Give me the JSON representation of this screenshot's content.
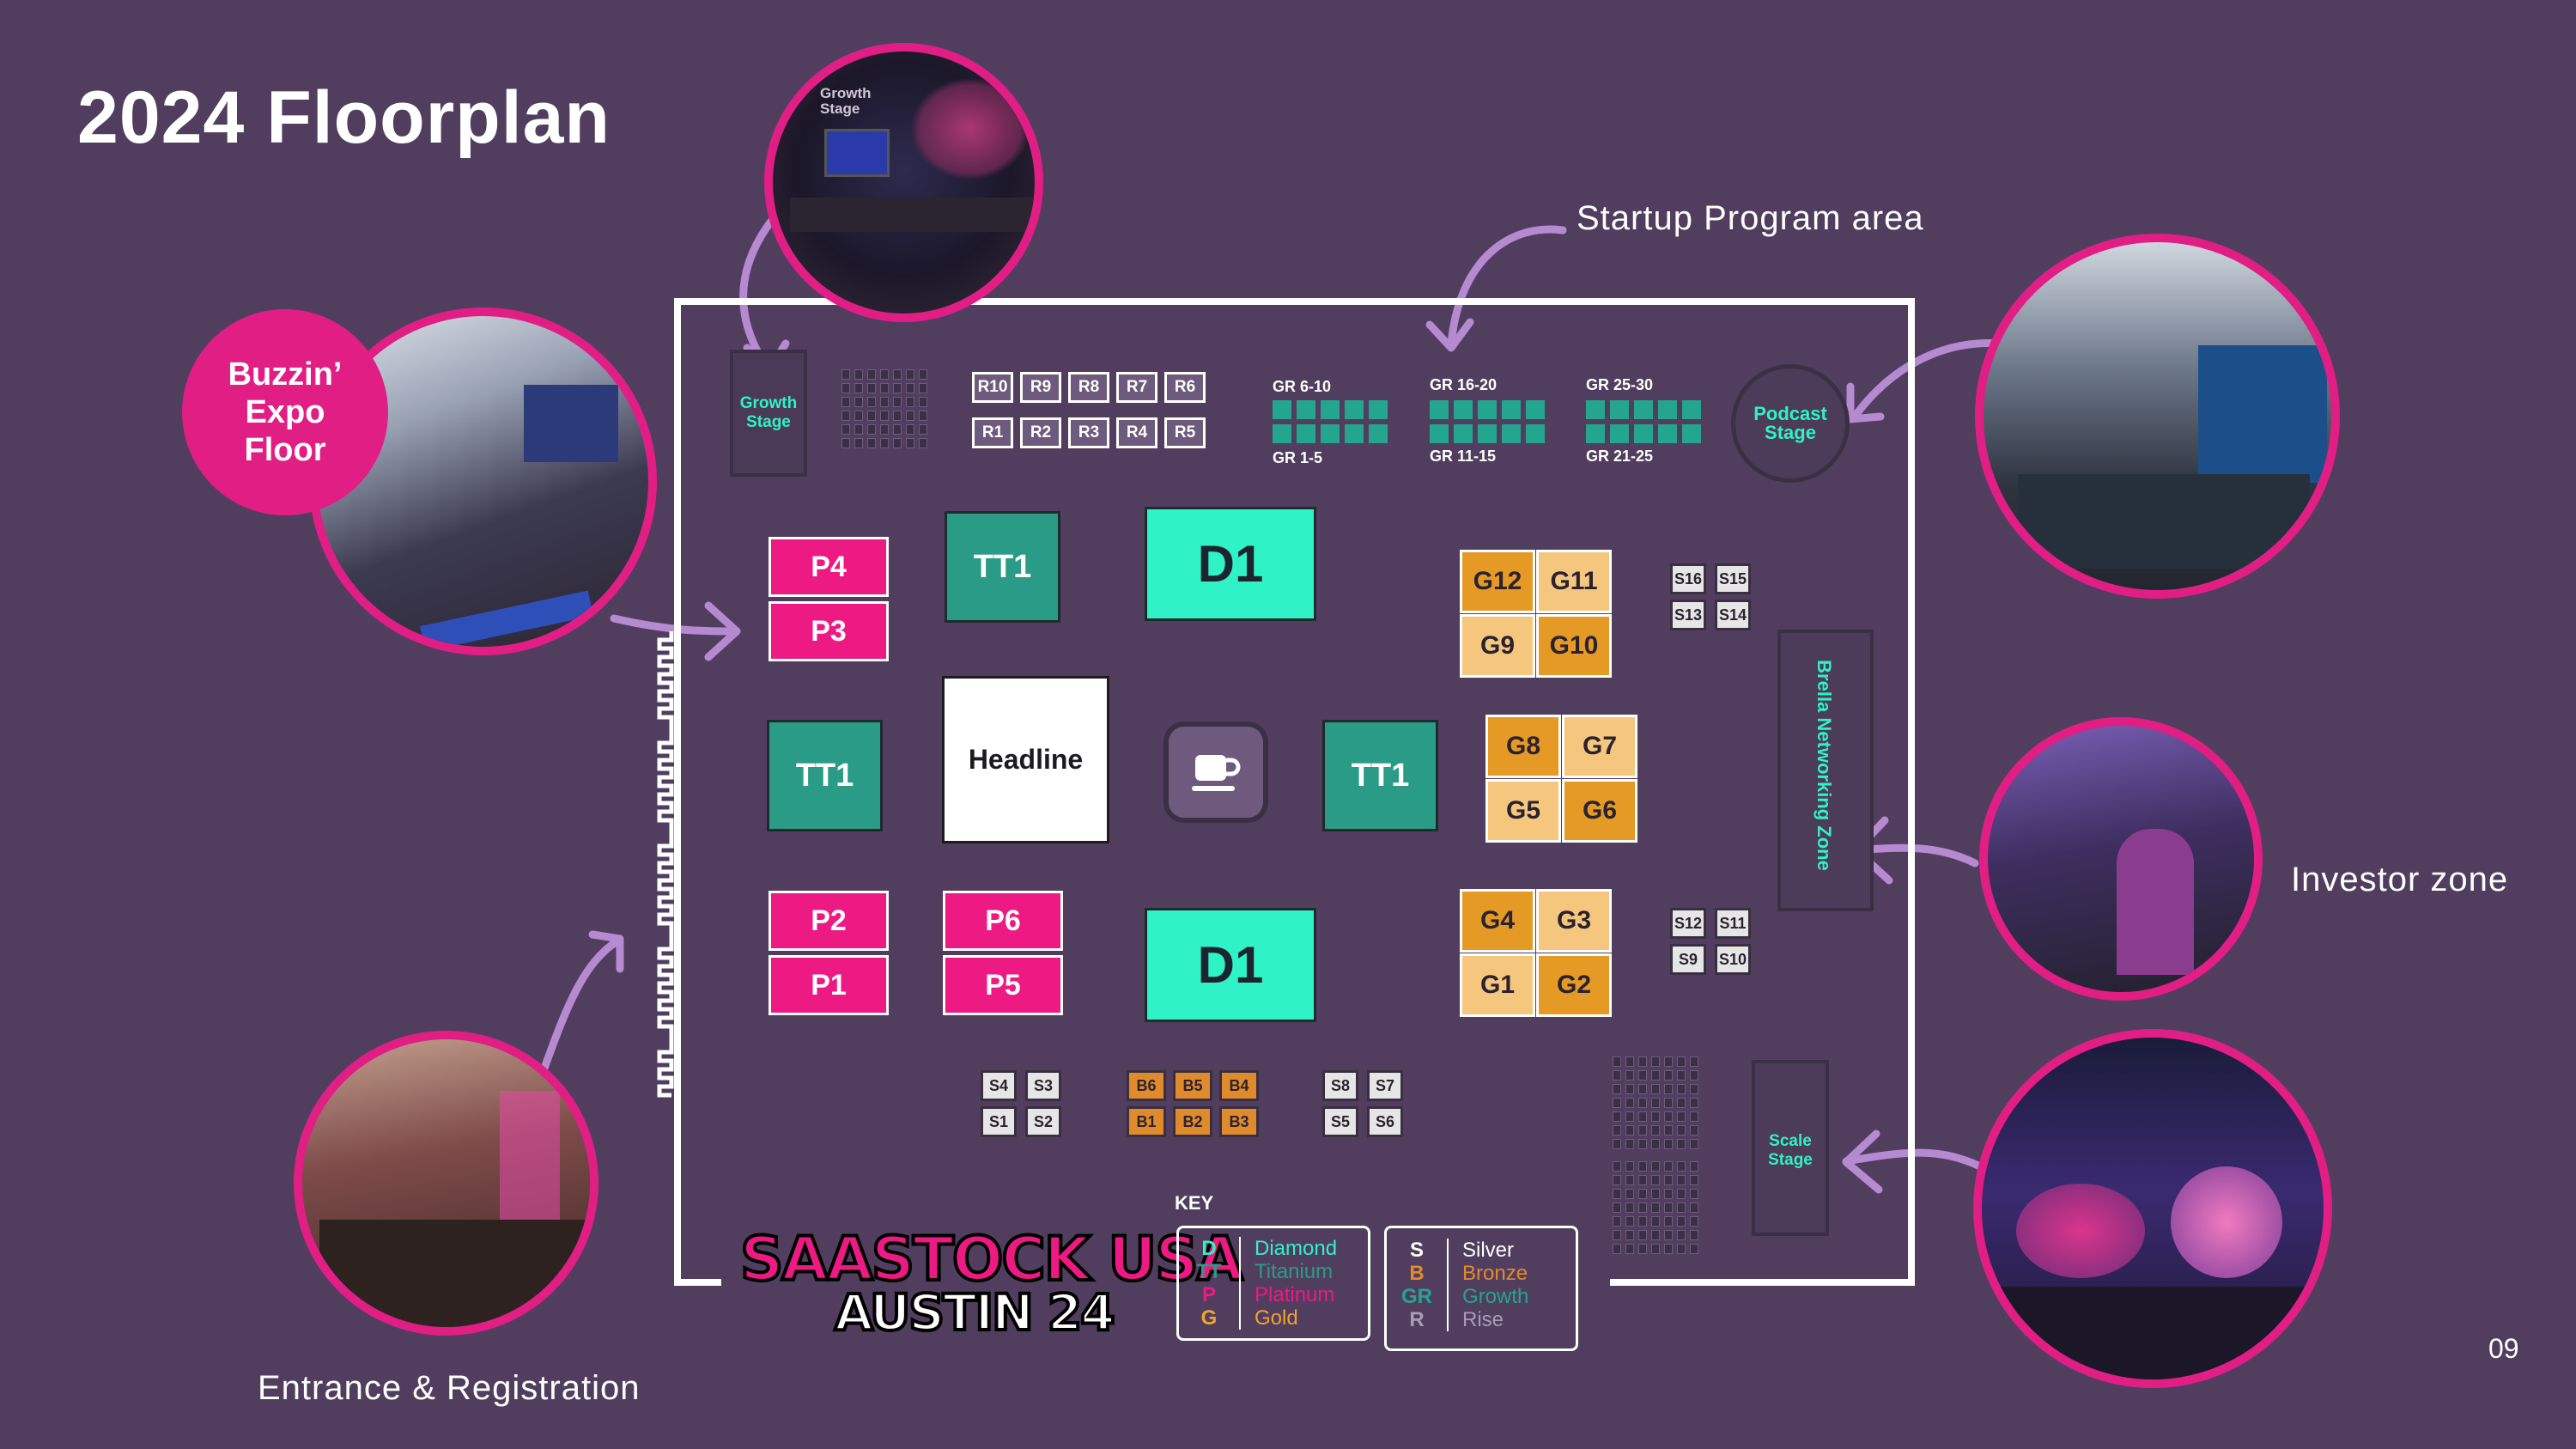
{
  "title": "2024 Floorplan",
  "labels": {
    "startup": "Startup Program area",
    "investor": "Investor zone",
    "entrance": "Entrance & Registration",
    "page_number": "09"
  },
  "expo": {
    "line1": "Buzzin’",
    "line2": "Expo",
    "line3": "Floor"
  },
  "photo_captions": {
    "growth_sign": "Growth Stage"
  },
  "stages": {
    "growth": "Growth Stage",
    "podcast": "Podcast Stage",
    "scale": "Scale Stage",
    "brella": "Brella Networking Zone"
  },
  "booths": {
    "p4": "P4",
    "p3": "P3",
    "p2": "P2",
    "p1": "P1",
    "p6": "P6",
    "p5": "P5",
    "tt1": "TT1",
    "d1": "D1",
    "headline": "Headline",
    "g12": "G12",
    "g11": "G11",
    "g9": "G9",
    "g10": "G10",
    "g8": "G8",
    "g7": "G7",
    "g5": "G5",
    "g6": "G6",
    "g4": "G4",
    "g3": "G3",
    "g1": "G1",
    "g2": "G2"
  },
  "rise_top": [
    "R10",
    "R9",
    "R8",
    "R7",
    "R6"
  ],
  "rise_bottom": [
    "R1",
    "R2",
    "R3",
    "R4",
    "R5"
  ],
  "growth_groups": {
    "a_top": "GR 6-10",
    "a_bottom": "GR 1-5",
    "b_top": "GR 16-20",
    "b_bottom": "GR 11-15",
    "c_top": "GR 25-30",
    "c_bottom": "GR 21-25"
  },
  "silver_right_top": [
    "S16",
    "S15",
    "S13",
    "S14"
  ],
  "silver_right_mid": [
    "S12",
    "S11",
    "S9",
    "S10"
  ],
  "silver_bottom_left": [
    "S4",
    "S3",
    "S1",
    "S2"
  ],
  "silver_bottom_right": [
    "S8",
    "S7",
    "S5",
    "S6"
  ],
  "bronze": [
    "B6",
    "B5",
    "B4",
    "B1",
    "B2",
    "B3"
  ],
  "logo": {
    "line1": "SAASTOCK USA",
    "line2": "AUSTIN 24"
  },
  "key": {
    "heading": "KEY",
    "left": [
      {
        "code": "D",
        "name": "Diamond",
        "color": "#2ff2c6"
      },
      {
        "code": "TT",
        "name": "Titanium",
        "color": "#2a9b87"
      },
      {
        "code": "P",
        "name": "Platinum",
        "color": "#ec1a82"
      },
      {
        "code": "G",
        "name": "Gold",
        "color": "#f0a32e"
      }
    ],
    "right": [
      {
        "code": "S",
        "name": "Silver",
        "color": "#ffffff"
      },
      {
        "code": "B",
        "name": "Bronze",
        "color": "#e08a2b"
      },
      {
        "code": "GR",
        "name": "Growth",
        "color": "#23a58f"
      },
      {
        "code": "R",
        "name": "Rise",
        "color": "#a99ab6"
      }
    ]
  },
  "colors": {
    "background": "#513e5f",
    "magenta": "#e01e84",
    "arrow": "#b58ad0"
  }
}
